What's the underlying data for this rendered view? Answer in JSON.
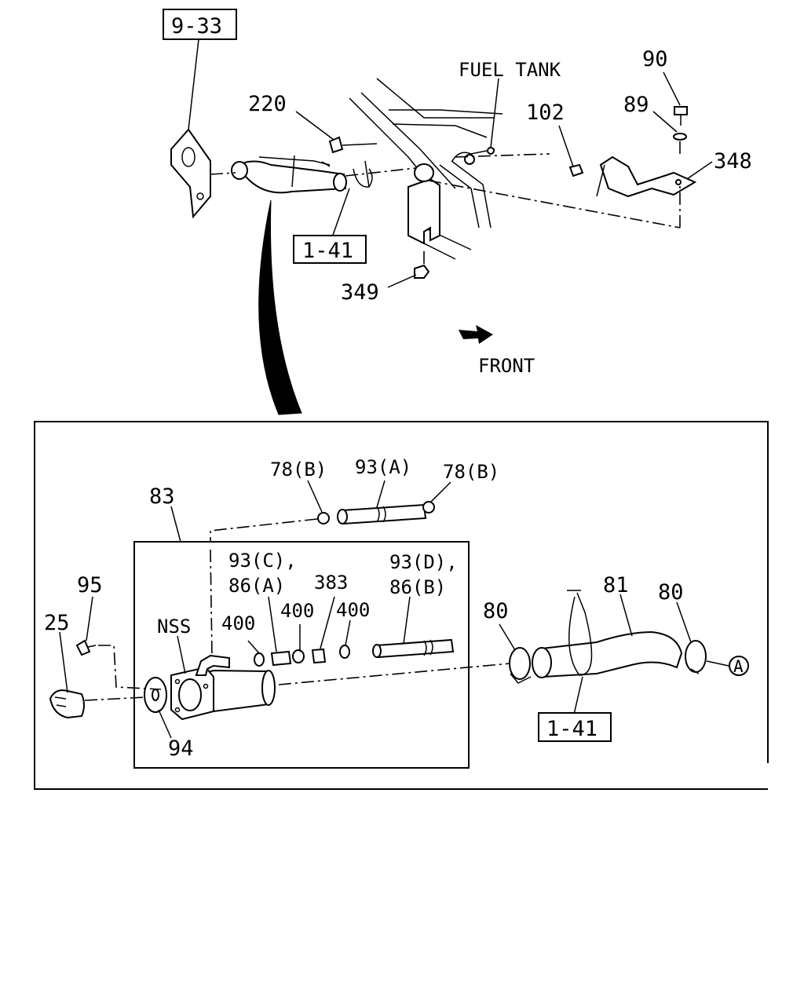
{
  "diagram": {
    "callouts_top": {
      "ref_9_33": "9-33",
      "ref_1_41": "1-41",
      "part_220": "220",
      "part_349": "349",
      "part_102": "102",
      "part_90": "90",
      "part_89": "89",
      "part_348": "348",
      "fuel_tank": "FUEL TANK",
      "front": "FRONT"
    },
    "callouts_detail": {
      "part_83": "83",
      "part_78b_left": "78(B)",
      "part_93a": "93(A)",
      "part_78b_right": "78(B)",
      "part_93c": "93(C),",
      "part_86a": "86(A)",
      "part_383": "383",
      "part_93d": "93(D),",
      "part_86b": "86(B)",
      "part_400_a": "400",
      "part_400_b": "400",
      "part_400_c": "400",
      "part_95": "95",
      "part_25": "25",
      "part_nss": "NSS",
      "part_94": "94",
      "part_80_left": "80",
      "part_81": "81",
      "part_80_right": "80",
      "ref_a": "A",
      "ref_1_41": "1-41"
    }
  }
}
